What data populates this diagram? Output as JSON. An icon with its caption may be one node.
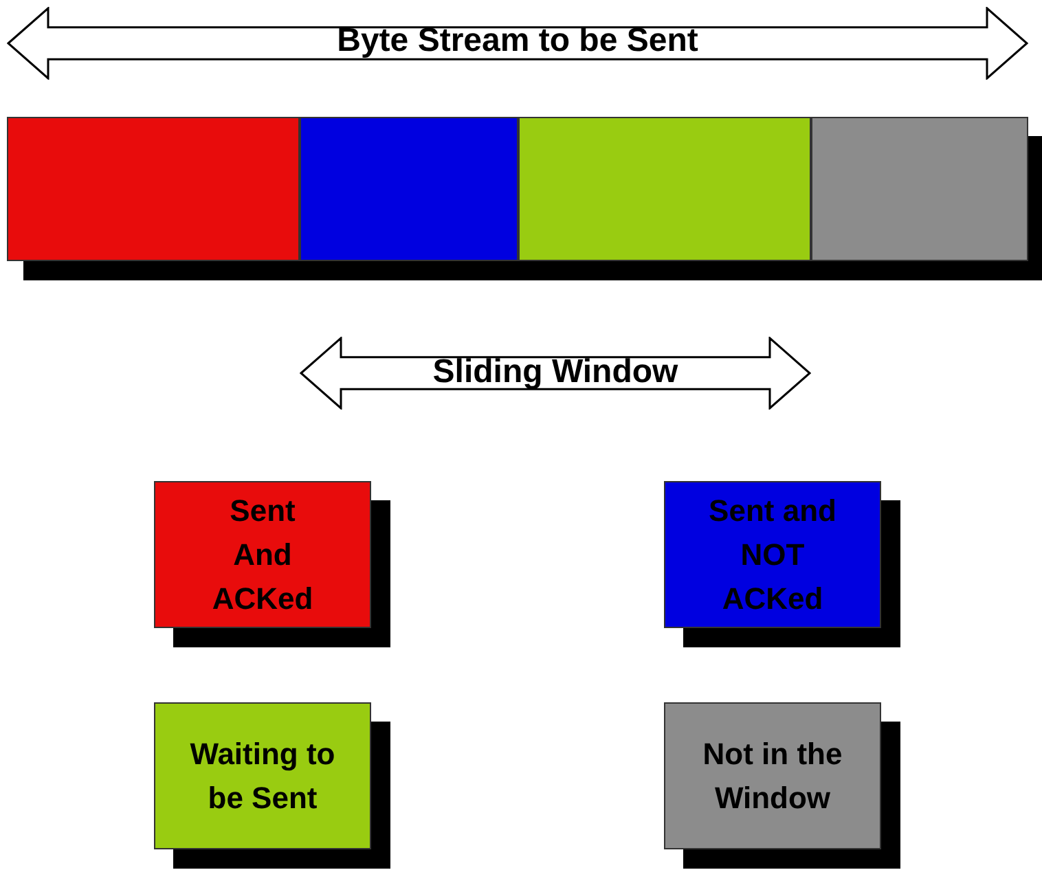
{
  "diagram": {
    "labels": [
      "Byte Stream to be Sent",
      "Sliding Window"
    ],
    "legend": [
      {
        "text": "Sent And ACKed",
        "color": "#e80c0c"
      },
      {
        "text": "Sent and NOT ACKed",
        "color": "#0000e0"
      },
      {
        "text": "Waiting to be Sent",
        "color": "#99cc11"
      },
      {
        "text": "Not in the Window",
        "color": "#8c8c8c"
      }
    ]
  }
}
